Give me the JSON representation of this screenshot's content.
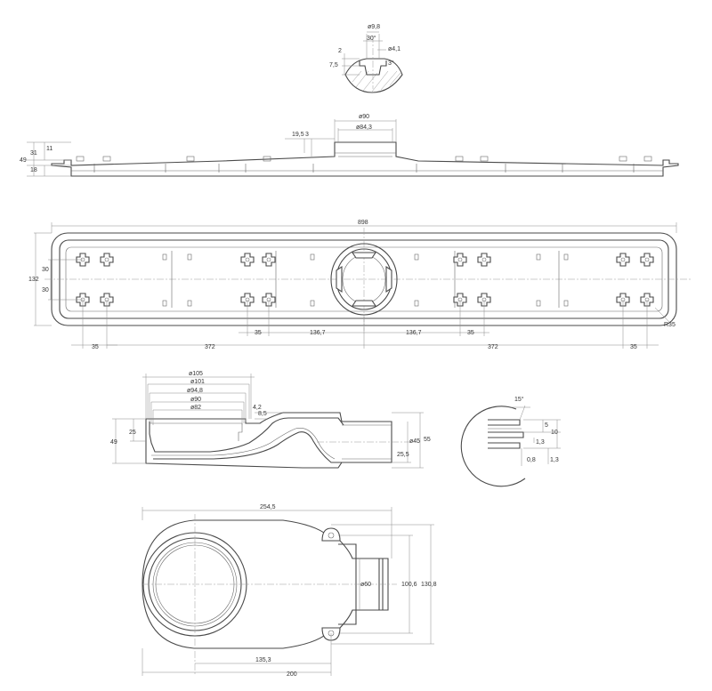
{
  "colors": {
    "line": "#4a4a4a",
    "dimension": "#8a8a8a",
    "text": "#333333",
    "background": "#ffffff"
  },
  "detail_top": {
    "d9_8": "ø9,8",
    "a30": "30°",
    "d4_1": "ø4,1",
    "h2": "2",
    "h7_5": "7,5",
    "a3": "3°"
  },
  "side_view": {
    "d90": "ø90",
    "d84_3": "ø84,3",
    "h19_5": "19,5",
    "h3": "3",
    "h11": "11",
    "h31": "31",
    "h49": "49",
    "h18": "18"
  },
  "plan_view": {
    "w898": "898",
    "h132": "132",
    "h30a": "30",
    "h30b": "30",
    "r35": "R35",
    "b35a": "35",
    "b372a": "372",
    "b35b": "35",
    "b136a": "136,7",
    "b136b": "136,7",
    "b35c": "35",
    "b372b": "372",
    "b35d": "35"
  },
  "section_view": {
    "d105": "ø105",
    "d101": "ø101",
    "d94_8": "ø94,8",
    "d90": "ø90",
    "d82": "ø82",
    "h4_2": "4,2",
    "h8_5": "8,5",
    "h25": "25",
    "h49": "49",
    "d45": "ø45",
    "h55": "55",
    "h25_5": "25,5"
  },
  "profile_detail": {
    "a15": "15°",
    "h5": "5",
    "h10": "10",
    "h1_3a": "1,3",
    "h0_8": "0,8",
    "h1_3b": "1,3"
  },
  "bottom_view": {
    "w254_5": "254,5",
    "d60": "ø60",
    "h100_6": "100,6",
    "h130_8": "130,8",
    "w135_3": "135,3",
    "w200": "200"
  }
}
